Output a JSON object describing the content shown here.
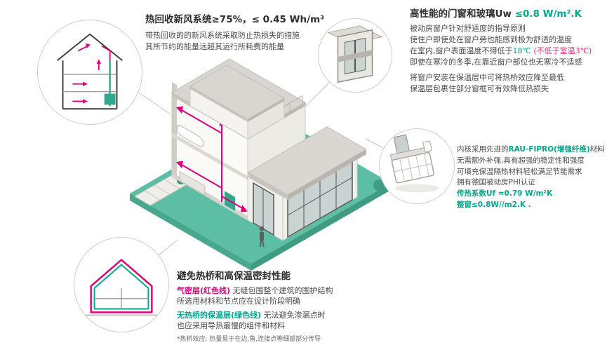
{
  "colors": {
    "accent_green": "#00a98c",
    "accent_red": "#e6007e",
    "ground_teal": "#5bbea5",
    "text_dark": "#3c3c3b"
  },
  "ventilation": {
    "title": "热回收新风系统≥75%，≤ 0.45 Wh/m³",
    "line1": "带热回收的的新风系统采取防止热损失的措施",
    "line2": "其所节约的能量远超其运行所耗费的能量"
  },
  "windows": {
    "title_black": "高性能的门窗和玻璃Uw ",
    "title_green": "≤0.8 W/m².K",
    "p1_l1": "被动房窗户针对舒适度的指导原则",
    "p1_l2": "使住户即使处在窗户旁也能感到极为舒适的温度",
    "p1_l3a": "在室内,窗户表面温度不得低于",
    "p1_l3b": "18℃",
    "p1_l3c": " (不低于室温3℃)",
    "p1_l4": "即使在寒冷的冬季,在靠近窗户部位也无寒冷不适感",
    "p2_l1": "将窗户安装在保温层中可将热桥效应降至最低",
    "p2_l2": "保温层包裹住部分窗框可有效降低热损失"
  },
  "profile": {
    "l1a": "内核采用先进的",
    "l1b": "RAU-FIPRO(增强纤维)",
    "l1c": "材料",
    "l2": "无需额外补强,具有超强的稳定性和强度",
    "l3": "可填充保温隔热材料轻松满足节能需求",
    "l4": "拥有德国被动房PHI认证",
    "l5": "传热系数Uf =0.79 W/m²K",
    "l6": "整窗≤0.8W//m2.K ."
  },
  "thermal": {
    "title": "避免热桥和高保温密封性能",
    "p1_a": "气密层(红色线)",
    "p1_b": " 无缝包围整个建筑的围护结构",
    "p1_l2": "所选用材料和节点应在设计阶段明确",
    "p2_a": "无热桥的保温层(绿色线)",
    "p2_b": " 无法避免渗漏点时",
    "p2_l2": "也应采用导热最慢的组件和材料",
    "footnote": "*热桥效应: 热量易于在边,角,连接点等细部部分传导"
  }
}
